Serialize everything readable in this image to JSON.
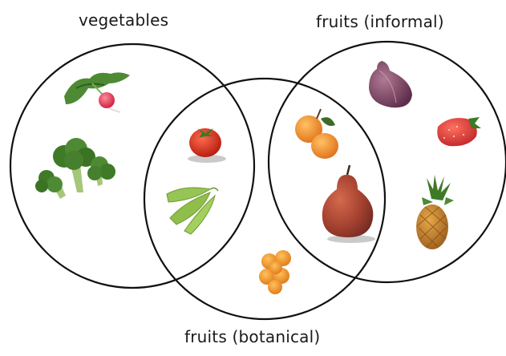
{
  "labels": {
    "vegetables": "vegetables",
    "fruits_informal": "fruits (informal)",
    "fruits_botanical": "fruits (botanical)"
  },
  "sets": [
    {
      "name": "vegetables",
      "items": [
        "radish-greens",
        "broccoli"
      ]
    },
    {
      "name": "fruits (informal)",
      "items": [
        "fig",
        "strawberry",
        "pineapple"
      ]
    },
    {
      "name": "fruits (botanical)",
      "items": [
        "kumquats"
      ]
    },
    {
      "name": "vegetables ∩ fruits (botanical)",
      "items": [
        "tomato",
        "pea-pods"
      ]
    },
    {
      "name": "fruits (informal) ∩ fruits (botanical)",
      "items": [
        "apricots",
        "pear"
      ]
    }
  ],
  "colors": {
    "outline": "#111111",
    "tomato": "#d9331f",
    "broccoli": "#4f8a2e",
    "pea": "#8fbf4a",
    "apricot": "#f08a1e",
    "pear": "#a5412f",
    "fig": "#7a3f5e",
    "strawberry": "#d63a3a",
    "pineapple": "#c98a2a",
    "kumquat": "#f39a1a"
  }
}
